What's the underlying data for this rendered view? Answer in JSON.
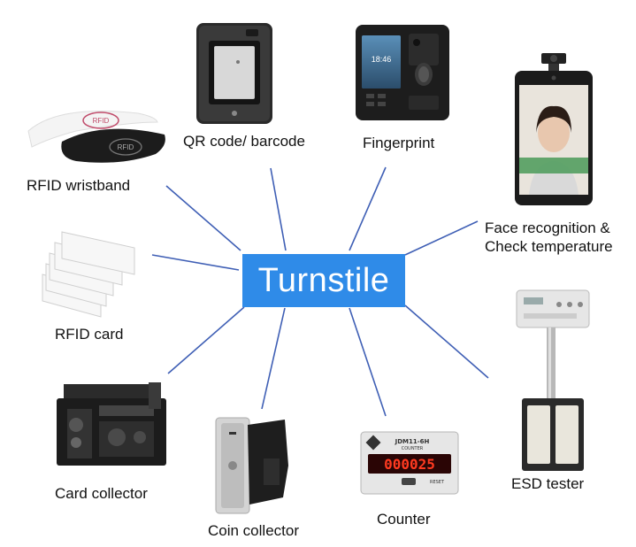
{
  "center": {
    "label": "Turnstile",
    "color": "#2f8be8"
  },
  "line_color": "#3f5fb5",
  "nodes": [
    {
      "id": "qr",
      "label": "QR code/ barcode"
    },
    {
      "id": "fingerprint",
      "label": "Fingerprint"
    },
    {
      "id": "face",
      "label_line1": "Face recognition &",
      "label_line2": "Check temperature"
    },
    {
      "id": "wristband",
      "label": "RFID wristband"
    },
    {
      "id": "card",
      "label": "RFID card"
    },
    {
      "id": "esd",
      "label": "ESD tester"
    },
    {
      "id": "cardcol",
      "label": "Card collector"
    },
    {
      "id": "coin",
      "label": "Coin collector"
    },
    {
      "id": "counter",
      "label": "Counter"
    }
  ],
  "device_text": {
    "wristband_tag": "RFID",
    "face_screen_banner": "",
    "fingerprint_time": "18:46",
    "counter_model": "JDM11-6H",
    "counter_sub": "COUNTER",
    "counter_display": "000025",
    "counter_reset": "RESET"
  }
}
